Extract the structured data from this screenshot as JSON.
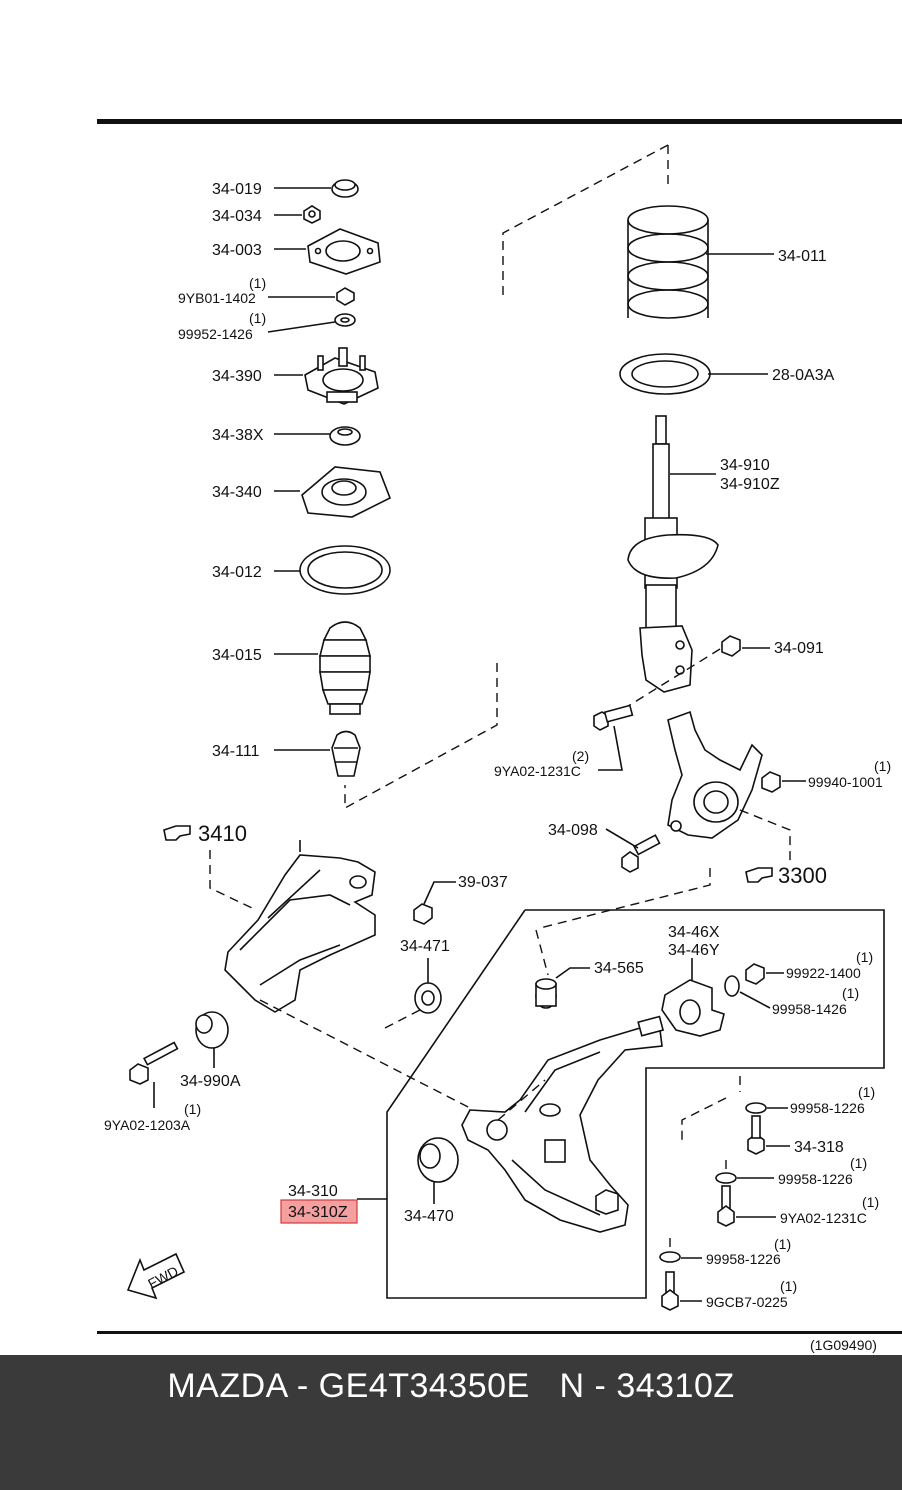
{
  "diagram": {
    "labels": {
      "p34_019": "34-019",
      "p34_034": "34-034",
      "p34_003": "34-003",
      "qty_9yb01": "(1)",
      "p9yb01_1402": "9YB01-1402",
      "qty_99952": "(1)",
      "p99952_1426": "99952-1426",
      "p34_390": "34-390",
      "p34_38x": "34-38X",
      "p34_340": "34-340",
      "p34_012": "34-012",
      "p34_015": "34-015",
      "p34_111": "34-111",
      "p34_011": "34-011",
      "p28_0a3a": "28-0A3A",
      "p34_910": "34-910",
      "p34_910z": "34-910Z",
      "p34_091": "34-091",
      "qty_9ya02_a": "(2)",
      "p9ya02_1231c_a": "9YA02-1231C",
      "qty_99940": "(1)",
      "p99940_1001": "99940-1001",
      "p34_098": "34-098",
      "ref_3410": "3410",
      "ref_3300": "3300",
      "p39_037": "39-037",
      "p34_471": "34-471",
      "p34_46x": "34-46X",
      "p34_46y": "34-46Y",
      "p34_565": "34-565",
      "qty_99922": "(1)",
      "p99922_1400": "99922-1400",
      "qty_99958_a": "(1)",
      "p99958_1426": "99958-1426",
      "p34_990a": "34-990A",
      "qty_9ya02_b": "(1)",
      "p9ya02_1203a": "9YA02-1203A",
      "qty_99958_b": "(1)",
      "p99958_1226_a": "99958-1226",
      "p34_318": "34-318",
      "qty_99958_c": "(1)",
      "p99958_1226_b": "99958-1226",
      "qty_9ya02_c": "(1)",
      "p9ya02_1231c_b": "9YA02-1231C",
      "p34_310": "34-310",
      "p34_310z": "34-310Z",
      "p34_470": "34-470",
      "qty_99958_d": "(1)",
      "p99958_1226_c": "99958-1226",
      "qty_9gcb7": "(1)",
      "p9gcb7_0225": "9GCB7-0225",
      "fwd": "FWD",
      "diagram_code": "(1G09490)"
    },
    "highlight_color": "#f4a0a0",
    "highlight_border": "#d33a3a"
  },
  "footer": {
    "caption": "MAZDA - GE4T34350E   N - 34310Z"
  }
}
